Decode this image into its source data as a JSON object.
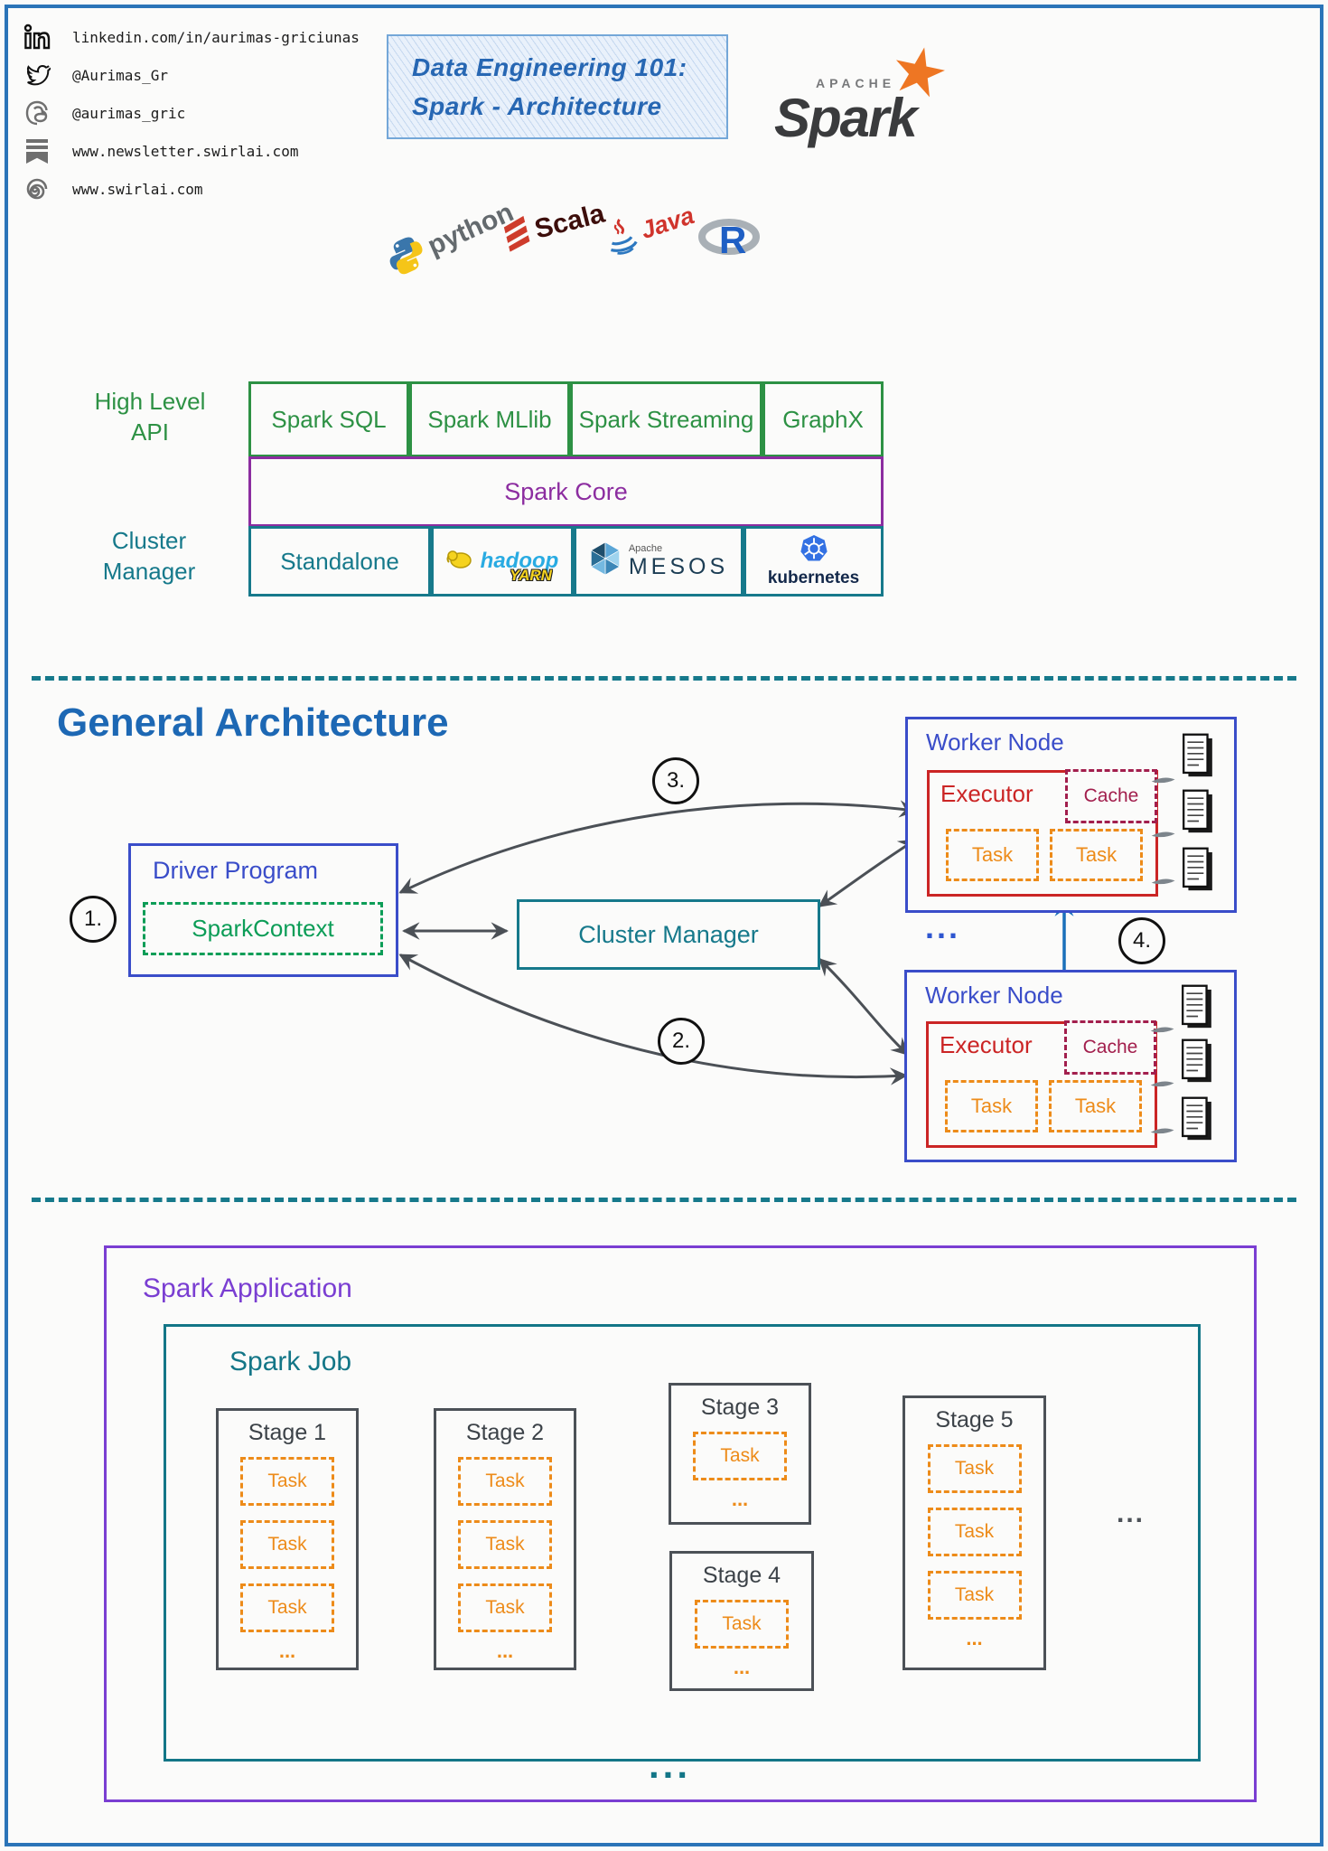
{
  "header": {
    "social": [
      {
        "icon": "linkedin-icon",
        "label": "linkedin.com/in/aurimas-griciunas"
      },
      {
        "icon": "twitter-icon",
        "label": "@Aurimas_Gr"
      },
      {
        "icon": "threads-icon",
        "label": "@aurimas_gric"
      },
      {
        "icon": "substack-icon",
        "label": "www.newsletter.swirlai.com"
      },
      {
        "icon": "swirlai-icon",
        "label": "www.swirlai.com"
      }
    ],
    "title": {
      "line1": "Data Engineering 101:",
      "line2": "Spark - Architecture"
    },
    "spark_logo": {
      "apache": "APACHE",
      "name": "Spark"
    }
  },
  "languages": {
    "python": "python",
    "scala": "Scala",
    "java": "Java",
    "r": "R"
  },
  "stack": {
    "api_label": "High Level API",
    "api_items": [
      "Spark SQL",
      "Spark MLlib",
      "Spark Streaming",
      "GraphX"
    ],
    "core": "Spark Core",
    "cm_label": "Cluster Manager",
    "standalone": "Standalone",
    "hadoop": {
      "name": "hadoop",
      "sub": "YARN"
    },
    "mesos": {
      "apache": "Apache",
      "name": "MESOS"
    },
    "kubernetes": "kubernetes"
  },
  "general": {
    "heading": "General Architecture",
    "steps": {
      "s1": "1.",
      "s2": "2.",
      "s3": "3.",
      "s4": "4."
    },
    "driver": {
      "title": "Driver Program",
      "context": "SparkContext"
    },
    "cluster_manager": "Cluster Manager",
    "workers": [
      {
        "title": "Worker Node",
        "executor": "Executor",
        "cache": "Cache",
        "tasks": [
          "Task",
          "Task"
        ]
      },
      {
        "title": "Worker Node",
        "executor": "Executor",
        "cache": "Cache",
        "tasks": [
          "Task",
          "Task"
        ]
      }
    ],
    "more_workers": "..."
  },
  "application": {
    "title": "Spark Application",
    "job": "Spark Job",
    "stages": [
      {
        "name": "Stage 1",
        "tasks": [
          "Task",
          "Task",
          "Task"
        ],
        "more": "..."
      },
      {
        "name": "Stage 2",
        "tasks": [
          "Task",
          "Task",
          "Task"
        ],
        "more": "..."
      },
      {
        "name": "Stage 3",
        "tasks": [
          "Task"
        ],
        "more": "..."
      },
      {
        "name": "Stage 4",
        "tasks": [
          "Task"
        ],
        "more": "..."
      },
      {
        "name": "Stage 5",
        "tasks": [
          "Task",
          "Task",
          "Task"
        ],
        "more": "..."
      }
    ],
    "more_stages": "...",
    "more_jobs": "..."
  },
  "colors": {
    "frame_blue": "#2b74b8",
    "api_green": "#2d9144",
    "core_purple": "#8c2da0",
    "cluster_teal": "#16798b",
    "heading_blue": "#1d68b4",
    "node_blue": "#3a4dc9",
    "context_green": "#0c9d57",
    "executor_red": "#cb2525",
    "cache_maroon": "#a21f4d",
    "task_orange": "#ed8b19",
    "app_purple": "#7a3ed2",
    "stage_gray": "#4c5157",
    "arrow_gray": "#4b5056",
    "arrow_blue": "#1a70ba",
    "spark_orange": "#ee7623"
  }
}
